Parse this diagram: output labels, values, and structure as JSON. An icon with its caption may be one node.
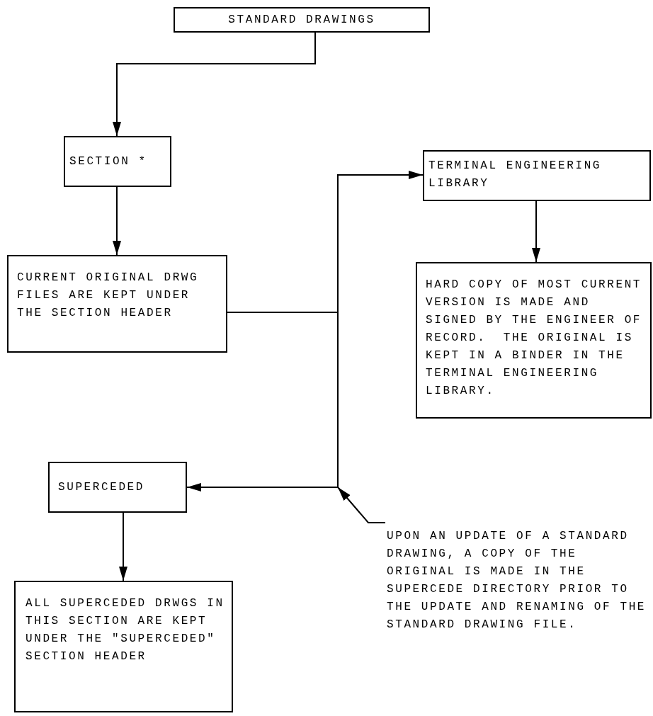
{
  "diagram": {
    "nodes": [
      {
        "text": [
          "STANDARD DRAWINGS"
        ]
      },
      {
        "text": [
          "SECTION *"
        ]
      },
      {
        "text": [
          "CURRENT ORIGINAL DRWG FILES ARE KEPT UNDER THE SECTION HEADER"
        ]
      },
      {
        "text": [
          "TERMINAL ENGINEERING LIBRARY"
        ]
      },
      {
        "text": [
          "HARD COPY OF MOST CURRENT VERSION IS MADE AND SIGNED BY THE ENGINEER OF RECORD.  THE ORIGINAL IS KEPT IN A BINDER IN THE TERMINAL ENGINEERING LIBRARY."
        ]
      },
      {
        "text": [
          "SUPERCEDED"
        ]
      },
      {
        "text": [
          "ALL SUPERCEDED DRWGS IN THIS SECTION ARE KEPT UNDER THE \"SUPERCEDED\" SECTION HEADER"
        ]
      },
      {
        "text": [
          "UPON AN UPDATE OF A STANDARD DRAWING, A COPY OF THE ORIGINAL IS MADE IN THE SUPERCEDE DIRECTORY PRIOR TO THE UPDATE AND RENAMING OF THE STANDARD DRAWING FILE."
        ]
      }
    ],
    "edges": [
      {
        "from": 0,
        "to": 1,
        "arrow": "to"
      },
      {
        "from": 1,
        "to": 2,
        "arrow": "to"
      },
      {
        "from": 2,
        "to": 3,
        "arrow": "to"
      },
      {
        "from": 2,
        "to": 5,
        "arrow": "to"
      },
      {
        "from": 3,
        "to": 4,
        "arrow": "to"
      },
      {
        "from": 5,
        "to": 6,
        "arrow": "to"
      },
      {
        "from": 7,
        "to": null,
        "arrow": "to"
      }
    ]
  }
}
